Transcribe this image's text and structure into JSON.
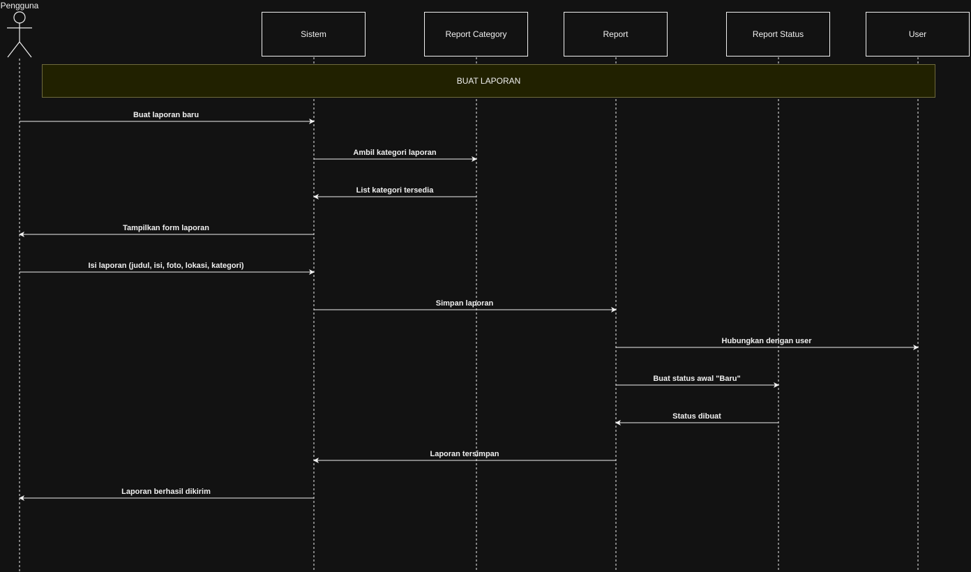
{
  "diagram": {
    "actor": {
      "name": "Pengguna"
    },
    "participants": [
      {
        "id": "sistem",
        "name": "Sistem"
      },
      {
        "id": "report-category",
        "name": "Report Category"
      },
      {
        "id": "report",
        "name": "Report"
      },
      {
        "id": "report-status",
        "name": "Report Status"
      },
      {
        "id": "user",
        "name": "User"
      }
    ],
    "group": {
      "label": "BUAT LAPORAN",
      "color": "#212100",
      "border": "#6f6a3c"
    },
    "messages": [
      {
        "from": "pengguna",
        "to": "sistem",
        "label": "Buat laporan baru"
      },
      {
        "from": "sistem",
        "to": "report-category",
        "label": "Ambil kategori laporan"
      },
      {
        "from": "report-category",
        "to": "sistem",
        "label": "List kategori tersedia"
      },
      {
        "from": "sistem",
        "to": "pengguna",
        "label": "Tampilkan form laporan"
      },
      {
        "from": "pengguna",
        "to": "sistem",
        "label": "Isi laporan (judul, isi, foto, lokasi, kategori)"
      },
      {
        "from": "sistem",
        "to": "report",
        "label": "Simpan laporan"
      },
      {
        "from": "report",
        "to": "user",
        "label": "Hubungkan dengan user"
      },
      {
        "from": "report",
        "to": "report-status",
        "label": "Buat status awal \"Baru\""
      },
      {
        "from": "report-status",
        "to": "report",
        "label": "Status dibuat"
      },
      {
        "from": "report",
        "to": "sistem",
        "label": "Laporan tersimpan"
      },
      {
        "from": "sistem",
        "to": "pengguna",
        "label": "Laporan berhasil dikirim"
      }
    ],
    "colors": {
      "background": "#121212",
      "line": "#f0f0f0"
    }
  }
}
